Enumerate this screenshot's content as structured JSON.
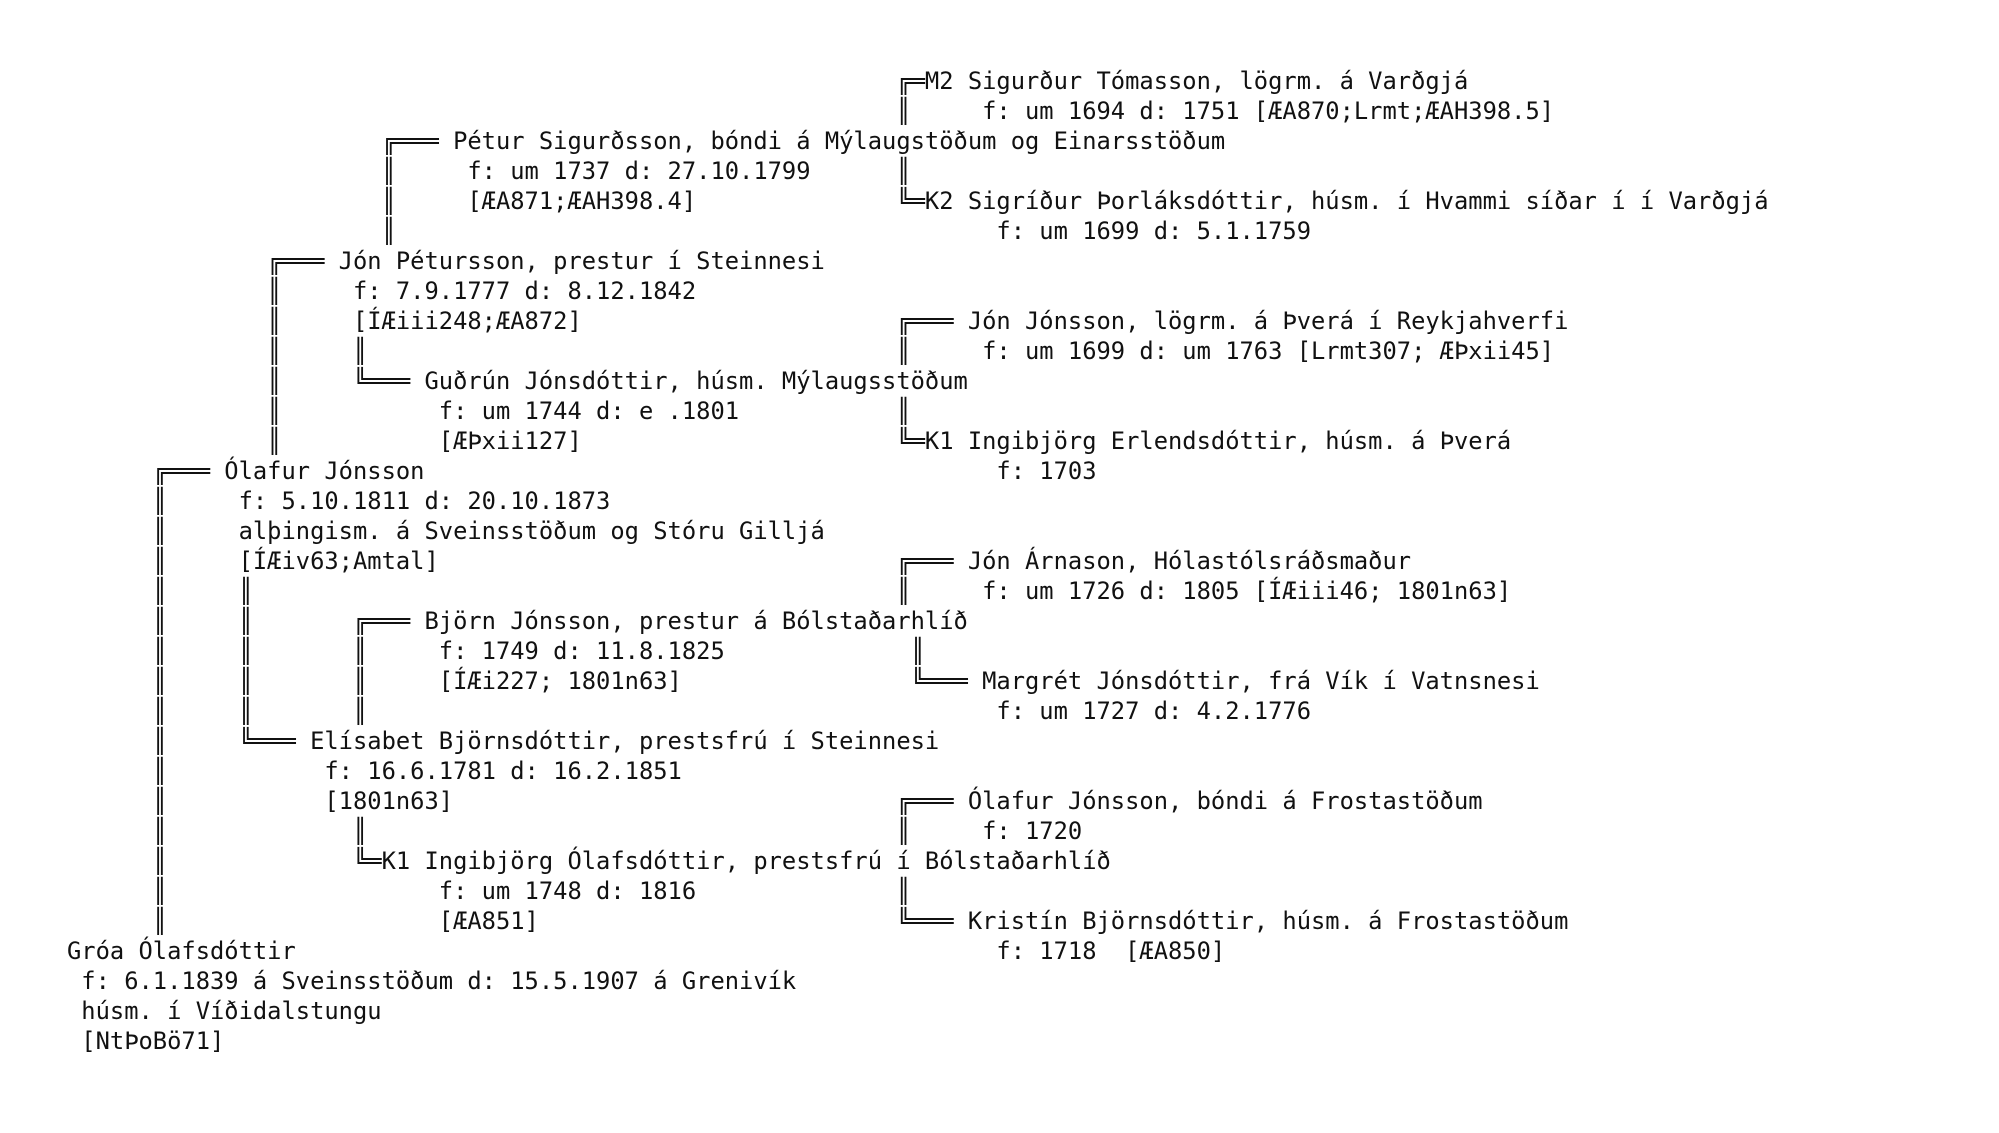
{
  "pedigree": {
    "lines": [
      "                                                          ╔═M2 Sigurður Tómasson, lögrm. á Varðgjá",
      "                                                          ║     f: um 1694 d: 1751 [ÆA870;Lrmt;ÆAH398.5]",
      "                      ╔═══ Pétur Sigurðsson, bóndi á Mýlaugstöðum og Einarsstöðum",
      "                      ║     f: um 1737 d: 27.10.1799      ║",
      "                      ║     [ÆA871;ÆAH398.4]              ╚═K2 Sigríður Þorláksdóttir, húsm. í Hvammi síðar í í Varðgjá",
      "                      ║                                          f: um 1699 d: 5.1.1759",
      "              ╔═══ Jón Pétursson, prestur í Steinnesi",
      "              ║     f: 7.9.1777 d: 8.12.1842",
      "              ║     [ÍÆiii248;ÆA872]                      ╔═══ Jón Jónsson, lögrm. á Þverá í Reykjahverfi",
      "              ║     ║                                     ║     f: um 1699 d: um 1763 [Lrmt307; ÆÞxii45]",
      "              ║     ╚═══ Guðrún Jónsdóttir, húsm. Mýlaugsstöðum",
      "              ║           f: um 1744 d: e .1801           ║",
      "              ║           [ÆÞxii127]                      ╚═K1 Ingibjörg Erlendsdóttir, húsm. á Þverá",
      "      ╔═══ Ólafur Jónsson                                        f: 1703",
      "      ║     f: 5.10.1811 d: 20.10.1873",
      "      ║     alþingism. á Sveinsstöðum og Stóru Gilljá",
      "      ║     [ÍÆiv63;Amtal]                                ╔═══ Jón Árnason, Hólastólsráðsmaður",
      "      ║     ║                                             ║     f: um 1726 d: 1805 [ÍÆiii46; 1801n63]",
      "      ║     ║       ╔═══ Björn Jónsson, prestur á Bólstaðarhlíð",
      "      ║     ║       ║     f: 1749 d: 11.8.1825             ║",
      "      ║     ║       ║     [ÍÆi227; 1801n63]                ╚═══ Margrét Jónsdóttir, frá Vík í Vatnsnesi",
      "      ║     ║       ║                                            f: um 1727 d: 4.2.1776",
      "      ║     ╚═══ Elísabet Björnsdóttir, prestsfrú í Steinnesi",
      "      ║           f: 16.6.1781 d: 16.2.1851",
      "      ║           [1801n63]                               ╔═══ Ólafur Jónsson, bóndi á Frostastöðum",
      "      ║             ║                                     ║     f: 1720",
      "      ║             ╚═K1 Ingibjörg Ólafsdóttir, prestsfrú í Bólstaðarhlíð",
      "      ║                   f: um 1748 d: 1816              ║",
      "      ║                   [ÆA851]                         ╚═══ Kristín Björnsdóttir, húsm. á Frostastöðum",
      "Gróa Ólafsdóttir                                                 f: 1718  [ÆA850]",
      " f: 6.1.1839 á Sveinsstöðum d: 15.5.1907 á Grenivík",
      " húsm. í Víðidalstungu",
      " [NtÞoBö71]"
    ]
  }
}
